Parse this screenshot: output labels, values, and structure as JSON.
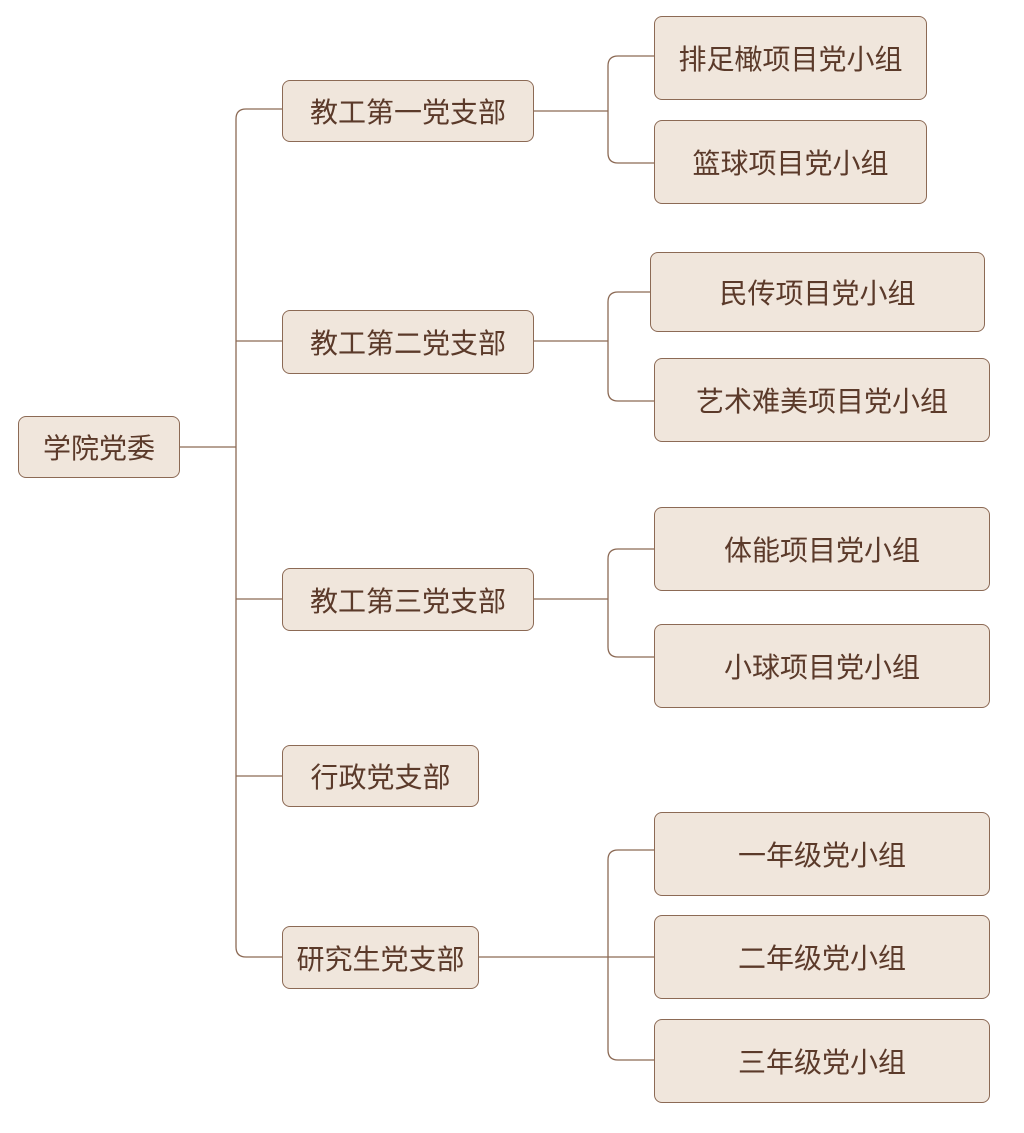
{
  "colors": {
    "node_fill": "#f0e6dc",
    "node_border": "#8c6a55",
    "text": "#5b3a2a",
    "line": "#8c6a55"
  },
  "org_chart": {
    "root": "学院党委",
    "branches": [
      {
        "label": "教工第一党支部",
        "groups": [
          "排足橄项目党小组",
          "篮球项目党小组"
        ]
      },
      {
        "label": "教工第二党支部",
        "groups": [
          "民传项目党小组",
          "艺术难美项目党小组"
        ]
      },
      {
        "label": "教工第三党支部",
        "groups": [
          "体能项目党小组",
          "小球项目党小组"
        ]
      },
      {
        "label": "行政党支部",
        "groups": []
      },
      {
        "label": "研究生党支部",
        "groups": [
          "一年级党小组",
          "二年级党小组",
          "三年级党小组"
        ]
      }
    ]
  }
}
